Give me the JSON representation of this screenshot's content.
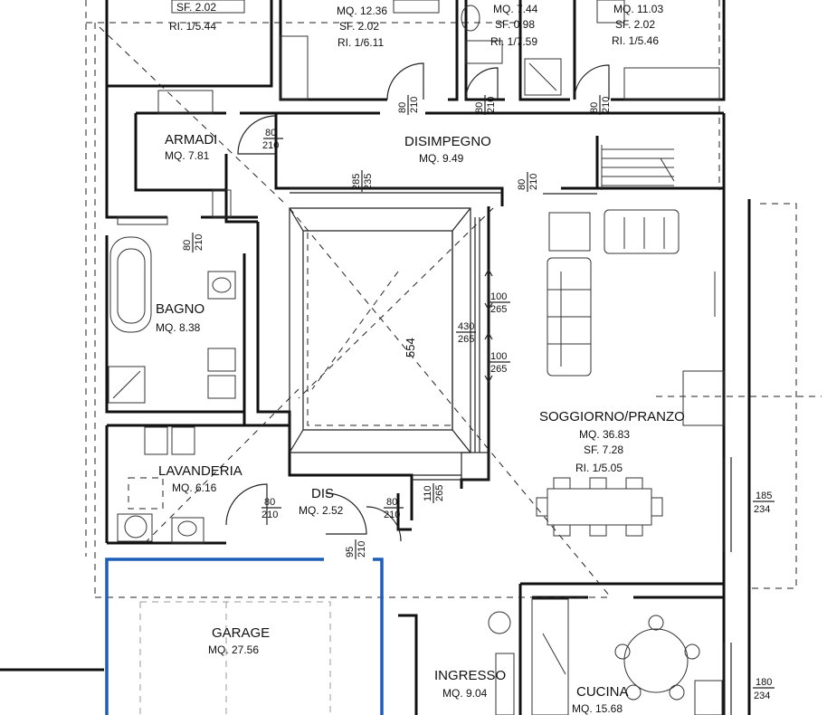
{
  "rooms": [
    {
      "id": "top1",
      "name": "",
      "lines": [
        "SF. 2.02",
        "RI. 1/5.44"
      ]
    },
    {
      "id": "top2",
      "name": "",
      "lines": [
        "MQ. 12.36",
        "SF. 2.02",
        "RI. 1/6.11"
      ]
    },
    {
      "id": "top3",
      "name": "",
      "lines": [
        "MQ. 7.44",
        "SF. 0.98",
        "RI. 1/7.59"
      ]
    },
    {
      "id": "top4",
      "name": "",
      "lines": [
        "MQ. 11.03",
        "SF. 2.02",
        "RI. 1/5.46"
      ]
    },
    {
      "id": "armadi",
      "name": "ARMADI",
      "lines": [
        "MQ. 7.81"
      ]
    },
    {
      "id": "disimpegno",
      "name": "DISIMPEGNO",
      "lines": [
        "MQ. 9.49"
      ]
    },
    {
      "id": "bagno",
      "name": "BAGNO",
      "lines": [
        "MQ. 8.38"
      ]
    },
    {
      "id": "lavanderia",
      "name": "LAVANDERIA",
      "lines": [
        "MQ. 6.16"
      ]
    },
    {
      "id": "dis",
      "name": "DIS",
      "lines": [
        "MQ. 2.52"
      ]
    },
    {
      "id": "soggiorno",
      "name": "SOGGIORNO/PRANZO",
      "lines": [
        "MQ. 36.83",
        "SF. 7.28",
        "RI. 1/5.05"
      ]
    },
    {
      "id": "garage",
      "name": "GARAGE",
      "lines": [
        "MQ. 27.56"
      ]
    },
    {
      "id": "ingresso",
      "name": "INGRESSO",
      "lines": [
        "MQ. 9.04"
      ]
    },
    {
      "id": "cucina",
      "name": "CUCINA",
      "lines": [
        "MQ. 15.68"
      ]
    }
  ],
  "doors": [
    {
      "id": "d1",
      "w": "80",
      "h": "210"
    },
    {
      "id": "d2",
      "w": "80",
      "h": "210"
    },
    {
      "id": "d3",
      "w": "80",
      "h": "210"
    },
    {
      "id": "d4",
      "w": "80",
      "h": "210"
    },
    {
      "id": "d5",
      "w": "285",
      "h": "235"
    },
    {
      "id": "d6",
      "w": "80",
      "h": "210"
    },
    {
      "id": "d7",
      "w": "80",
      "h": "210"
    },
    {
      "id": "d8",
      "w": "80",
      "h": "210"
    },
    {
      "id": "d9",
      "w": "80",
      "h": "210"
    },
    {
      "id": "d10",
      "w": "95",
      "h": "210"
    },
    {
      "id": "d11",
      "w": "110",
      "h": "265"
    }
  ],
  "windows": [
    {
      "id": "w1",
      "w": "100",
      "h": "265"
    },
    {
      "id": "w2",
      "w": "430",
      "h": "265"
    },
    {
      "id": "w3",
      "w": "100",
      "h": "265"
    },
    {
      "id": "w4",
      "w": "185",
      "h": "234"
    },
    {
      "id": "w5",
      "w": "180",
      "h": "234"
    }
  ],
  "dimension": "554",
  "colors": {
    "highlight": "#1d5fb8",
    "ink": "#111111"
  }
}
